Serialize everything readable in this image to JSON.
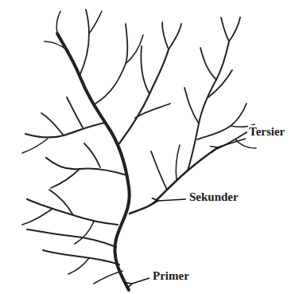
{
  "diagram": {
    "labels": [
      "Tersier",
      "Sekunder",
      "Primer"
    ]
  }
}
